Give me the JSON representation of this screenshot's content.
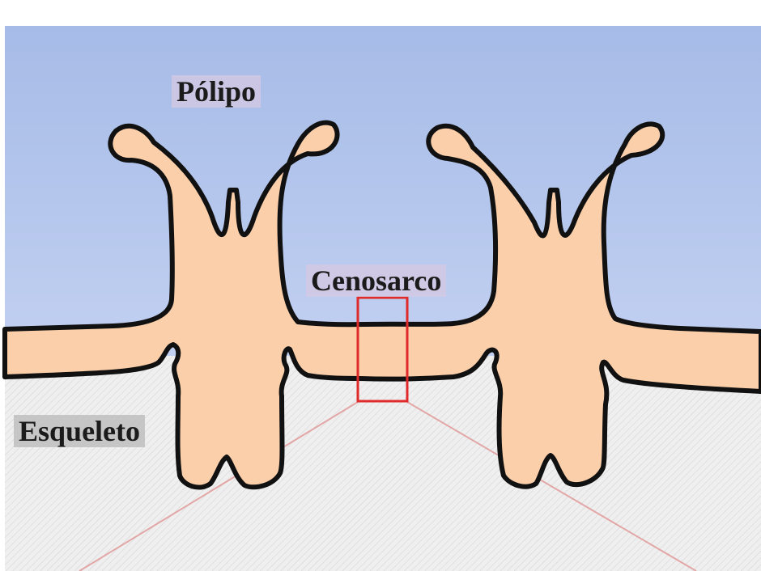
{
  "labels": {
    "polyp": "Pólipo",
    "coenosarc": "Cenosarco",
    "skeleton": "Esqueleto"
  },
  "colors": {
    "water": "#a9bde8",
    "tissue": "#fbcfaa",
    "outline": "#111111",
    "skeleton": "#ebebeb",
    "highlight": "#e02a2a",
    "zoom_lines": "#e3a6a6"
  }
}
